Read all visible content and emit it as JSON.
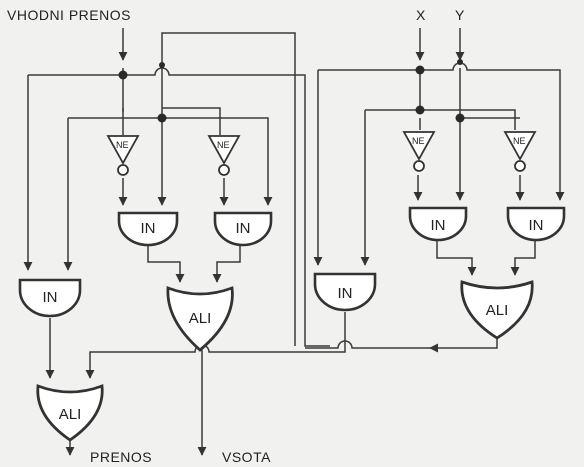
{
  "labels": {
    "carry_in": "VHODNI PRENOS",
    "input_x": "X",
    "input_y": "Y",
    "carry_out": "PRENOS",
    "sum": "VSOTA"
  },
  "gates": {
    "and": "IN",
    "or": "ALI",
    "not": "NE"
  }
}
